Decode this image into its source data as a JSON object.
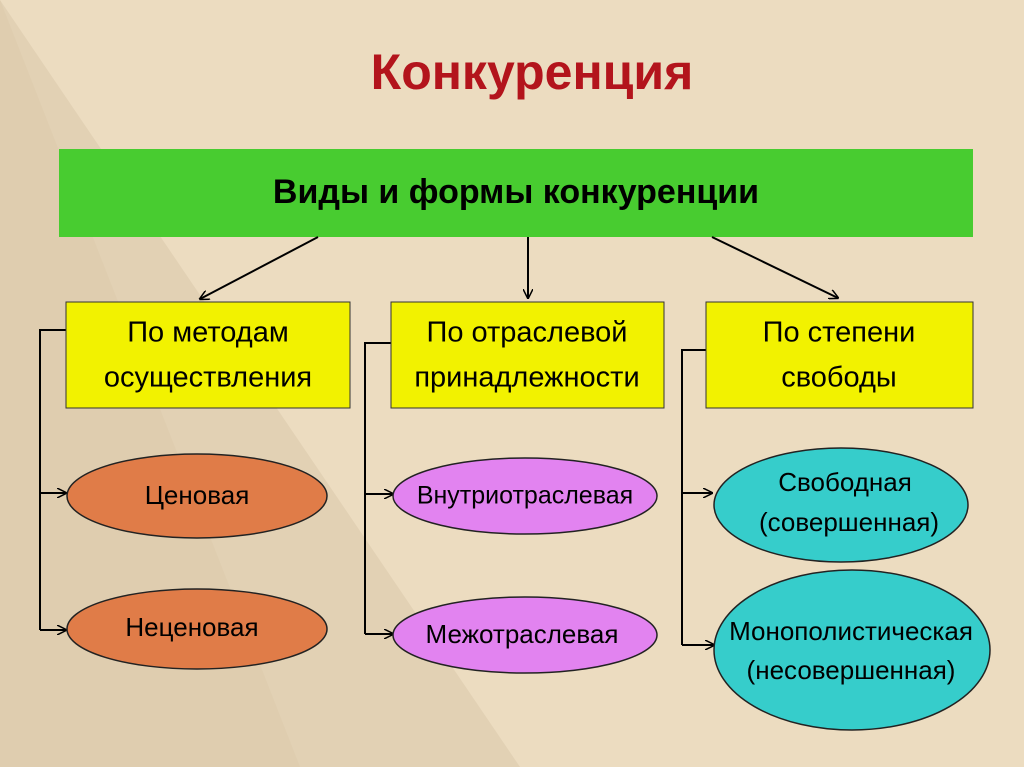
{
  "title": "Конкуренция",
  "root": "Виды и формы конкуренции",
  "categories": [
    {
      "line1": "По методам",
      "line2": "осуществления",
      "items": [
        {
          "line1": "Ценовая"
        },
        {
          "line1": "Неценовая"
        }
      ]
    },
    {
      "line1": "По отраслевой",
      "line2": "принадлежности",
      "items": [
        {
          "line1": "Внутриотраслевая"
        },
        {
          "line1": "Межотраслевая"
        }
      ]
    },
    {
      "line1": "По степени",
      "line2": "свободы",
      "items": [
        {
          "line1": "Свободная",
          "line2": "(совершенная)"
        },
        {
          "line1": "Монополистическая",
          "line2": "(несовершенная)"
        }
      ]
    }
  ],
  "colors": {
    "title": "#b3141c",
    "root": "#48cc30",
    "category": "#f2f200",
    "orange": "#e07c48",
    "purple": "#e283f0",
    "teal": "#36cdcb"
  }
}
